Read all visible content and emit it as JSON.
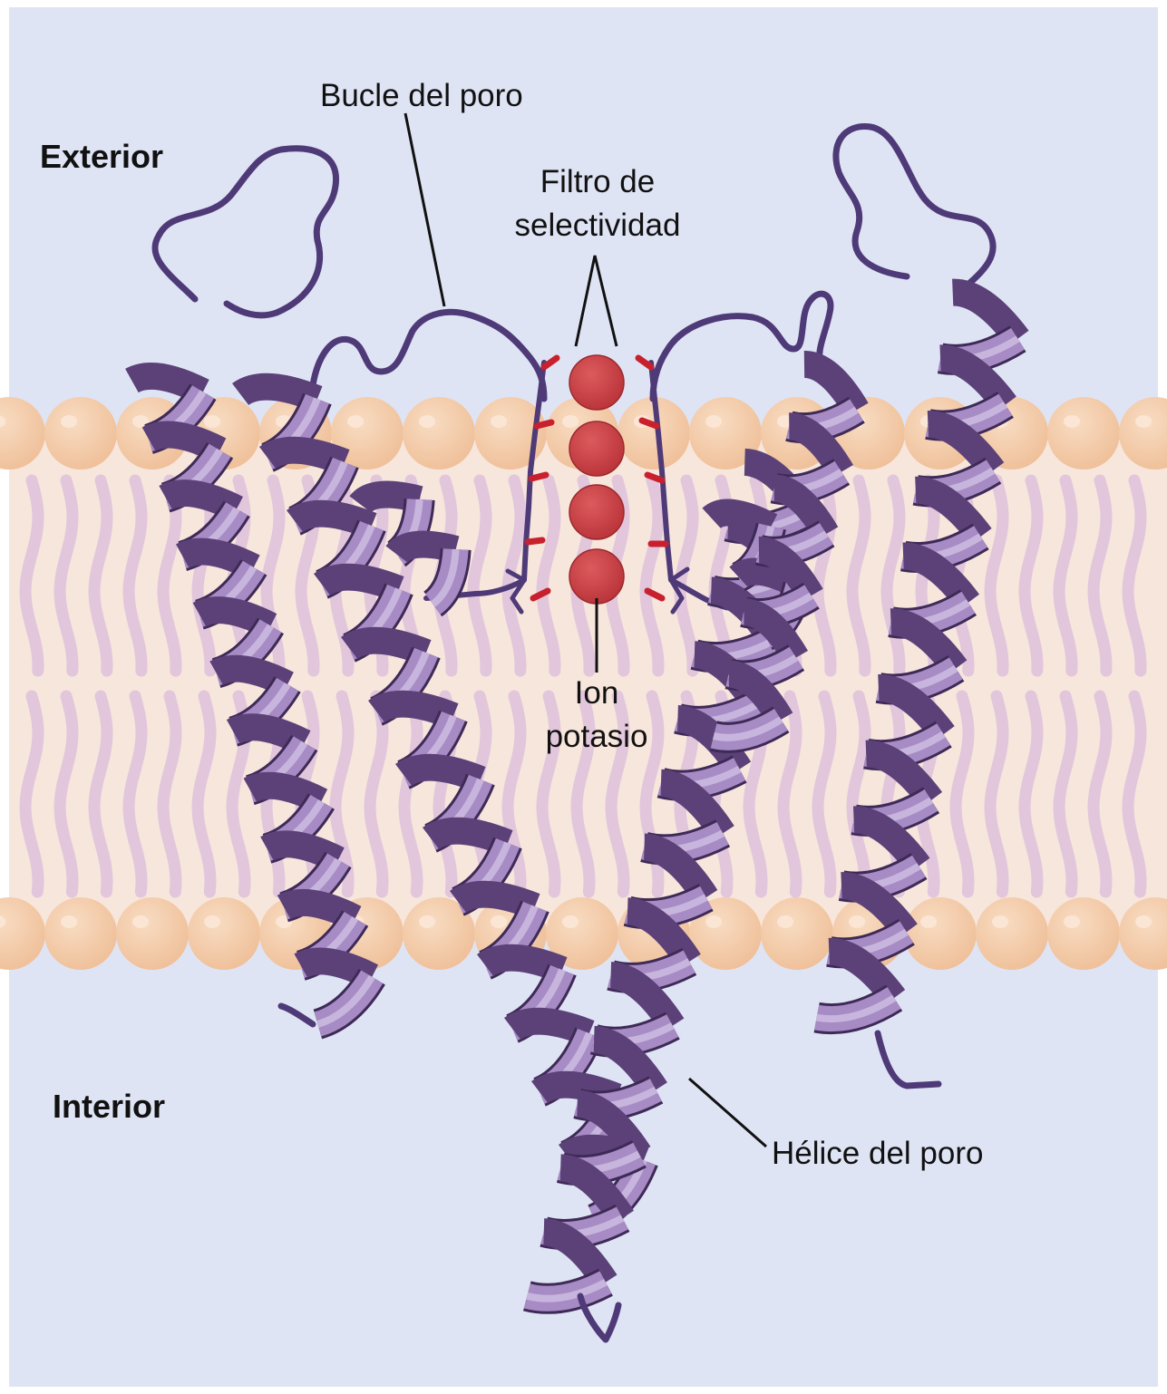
{
  "labels": {
    "exterior": "Exterior",
    "interior": "Interior",
    "pore_loop": "Bucle del poro",
    "selectivity_filter_line1": "Filtro de",
    "selectivity_filter_line2": "selectividad",
    "ion_line1": "Ion",
    "ion_line2": "potasio",
    "pore_helix": "Hélice del poro"
  },
  "colors": {
    "background": "#dfe4f5",
    "lipid_head": "#f2c9a5",
    "lipid_tail": "#e0c4da",
    "bilayer_core": "#f7e6dc",
    "helix": "#9b7fb8",
    "helix_dark": "#6d5089",
    "loop": "#4f3a78",
    "ion": "#cc4448",
    "carbonyl": "#c8202c"
  },
  "ion_count": 4
}
